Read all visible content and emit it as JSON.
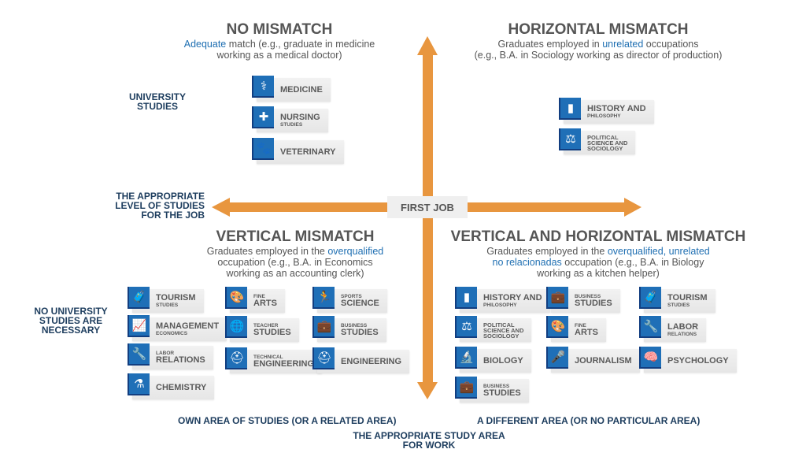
{
  "quadrants": {
    "no_mismatch": {
      "title": "NO MISMATCH",
      "desc_hl": "Adequate",
      "desc_1": " match (e.g., graduate in medicine",
      "desc_2": "working as a medical doctor)"
    },
    "horizontal": {
      "title": "HORIZONTAL MISMATCH",
      "desc_1a": "Graduates employed in ",
      "desc_hl": "unrelated",
      "desc_1b": " occupations",
      "desc_2": "(e.g., B.A. in Sociology working as director of production)"
    },
    "vertical": {
      "title": "VERTICAL MISMATCH",
      "desc_1a": "Graduates employed in the ",
      "desc_hl": "overqualified",
      "desc_2": "occupation (e.g., B.A. in Economics",
      "desc_3": "working as an accounting clerk)"
    },
    "both": {
      "title": "VERTICAL AND HORIZONTAL MISMATCH",
      "desc_1a": "Graduates employed in the ",
      "desc_hl": "overqualified, unrelated",
      "desc_hl2": "no relacionadas",
      "desc_2b": " occupation (e.g., B.A. in Biology",
      "desc_3": "working as a kitchen helper)"
    }
  },
  "labels": {
    "university": "UNIVERSITY STUDIES",
    "appropriate_level": "THE APPROPRIATE LEVEL OF STUDIES FOR THE JOB",
    "no_university": "NO UNIVERSITY STUDIES ARE NECESSARY",
    "own_area": "OWN AREA OF STUDIES (OR A RELATED AREA)",
    "different_area": "A DIFFERENT AREA (OR NO PARTICULAR AREA)",
    "study_area": "THE APPROPRIATE STUDY AREA FOR WORK",
    "first_job": "FIRST JOB"
  },
  "colors": {
    "arrow": "#e8963f",
    "icon_bg": "#1f6fb7",
    "navy": "#1d3d5e"
  },
  "cards": [
    {
      "main": "MEDICINE",
      "icon": "stethoscope-icon"
    },
    {
      "main": "NURSING",
      "sub": "STUDIES",
      "icon": "nurse-cap-icon"
    },
    {
      "main": "VETERINARY",
      "icon": "paw-stethoscope-icon"
    },
    {
      "main": "HISTORY AND",
      "sub": "PHILOSOPHY",
      "icon": "column-icon"
    },
    {
      "pre": "POLITICAL",
      "pre2": "SCIENCE AND",
      "pre3": "SOCIOLOGY",
      "icon": "scales-icon"
    },
    {
      "main": "TOURISM",
      "sub": "STUDIES",
      "icon": "luggage-icon"
    },
    {
      "main": "MANAGEMENT",
      "sub": "ECONOMICS",
      "icon": "chart-icon"
    },
    {
      "pre": "LABOR",
      "main": "RELATIONS",
      "icon": "wrench-gear-icon"
    },
    {
      "main": "CHEMISTRY",
      "icon": "flask-icon"
    },
    {
      "pre": "FINE",
      "main": "ARTS",
      "icon": "palette-icon"
    },
    {
      "pre": "TEACHER",
      "main": "STUDIES",
      "icon": "globe-icon"
    },
    {
      "pre": "TECHNICAL",
      "main": "ENGINEERING",
      "icon": "hardhat-icon"
    },
    {
      "pre": "SPORTS",
      "main": "SCIENCE",
      "icon": "runner-icon"
    },
    {
      "pre": "BUSINESS",
      "main": "STUDIES",
      "icon": "briefcase-icon"
    },
    {
      "main": "ENGINEERING",
      "icon": "hardhat-icon"
    },
    {
      "main": "HISTORY AND",
      "sub": "PHILOSOPHY",
      "icon": "column-icon"
    },
    {
      "pre": "POLITICAL",
      "pre2": "SCIENCE AND",
      "pre3": "SOCIOLOGY",
      "icon": "scales-icon"
    },
    {
      "main": "BIOLOGY",
      "icon": "microscope-icon"
    },
    {
      "pre": "BUSINESS",
      "main": "STUDIES",
      "icon": "briefcase-icon"
    },
    {
      "pre": "BUSINESS",
      "main": "STUDIES",
      "icon": "briefcase-icon"
    },
    {
      "pre": "FINE",
      "main": "ARTS",
      "icon": "palette-icon"
    },
    {
      "main": "JOURNALISM",
      "icon": "microphone-icon"
    },
    {
      "main": "TOURISM",
      "sub": "STUDIES",
      "icon": "luggage-icon"
    },
    {
      "main": "LABOR",
      "sub": "RELATIONS",
      "icon": "wrench-gear-icon"
    },
    {
      "main": "PSYCHOLOGY",
      "icon": "brain-icon"
    }
  ]
}
